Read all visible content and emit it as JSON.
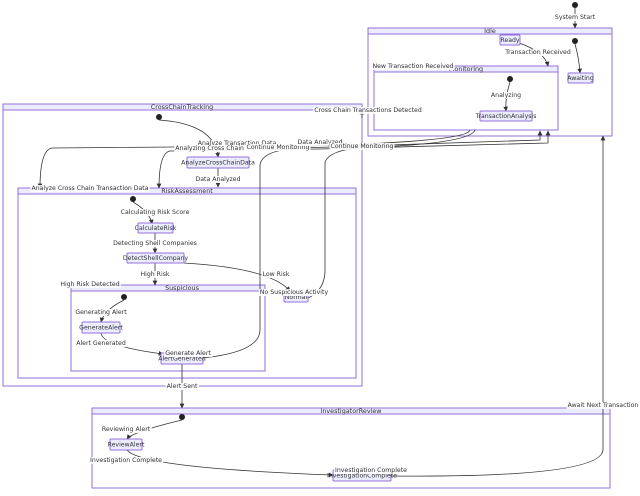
{
  "clusters": {
    "idle": "Idle",
    "monitoring": "Monitoring",
    "cross_chain": "CrossChainTracking",
    "risk": "RiskAssessment",
    "suspicious": "Suspicious",
    "investigator": "InvestigatorReview"
  },
  "states": {
    "ready": "Ready",
    "awaiting": "Awaiting",
    "transaction_analysis": "TransactionAnalysis",
    "analyze_cross_chain": "AnalyzeCrossChainData",
    "calculate_risk": "CalculateRisk",
    "detect_shell": "DetectShellCompany",
    "normal": "Normal",
    "generate_alert": "GenerateAlert",
    "alert_generated": "AlertGenerated",
    "review_alert": "ReviewAlert",
    "investigation_complete": "InvestigationComplete"
  },
  "transitions": {
    "system_start": "System Start",
    "transaction_received": "Transaction Received",
    "new_transaction_received": "New Transaction Received",
    "analyzing": "Analyzing",
    "cross_chain_detected": "Cross Chain Transactions Detected",
    "analyze_transaction_data": "Analyze Transaction Data",
    "analyzing_cross_chain_data": "Analyzing Cross Chain Data",
    "continue_monitoring_1": "Continue Monitoring",
    "data_analyzed_1": "Data Analyzed",
    "continue_monitoring_2": "Continue Monitoring",
    "data_analyzed_2": "Data Analyzed",
    "analyze_cross_chain_transaction_data": "Analyze Cross Chain Transaction Data",
    "calculating_risk_score": "Calculating Risk Score",
    "detecting_shell_companies": "Detecting Shell Companies",
    "high_risk": "High Risk",
    "low_risk": "Low Risk",
    "high_risk_detected": "High Risk Detected",
    "no_suspicious_activity": "No Suspicious Activity",
    "generating_alert": "Generating Alert",
    "alert_generated": "Alert Generated",
    "generate_alert": "Generate Alert",
    "alert_sent": "Alert Sent",
    "await_next_transaction": "Await Next Transaction",
    "reviewing_alert": "Reviewing Alert",
    "investigation_complete_1": "Investigation Complete",
    "investigation_complete_2": "Investigation Complete"
  }
}
